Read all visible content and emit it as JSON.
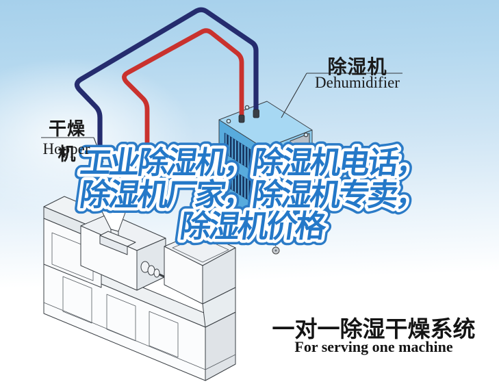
{
  "overlay": {
    "line1": "工业除湿机，除湿机电话，",
    "line2": "除湿机厂家，除湿机专卖，",
    "line3": "除湿机价格"
  },
  "labels": {
    "dehumidifier": {
      "zh": "除湿机",
      "en": "Dehumidifier"
    },
    "hopper": {
      "zh": "干燥机",
      "en": "Hopper"
    }
  },
  "caption": {
    "zh": "一对一除湿干燥系统",
    "en": "For serving one machine"
  },
  "colors": {
    "overlay_fill": "#2478c8",
    "overlay_outline": "#ffffff",
    "overlay_rim": "#2b7bc7",
    "pipe_red": "#c9322e",
    "pipe_navy": "#252c6e",
    "unit_top": "#a7d8f3",
    "unit_left": "#58abdd",
    "unit_right": "#8fccee",
    "sky": "#a6d0eb"
  }
}
